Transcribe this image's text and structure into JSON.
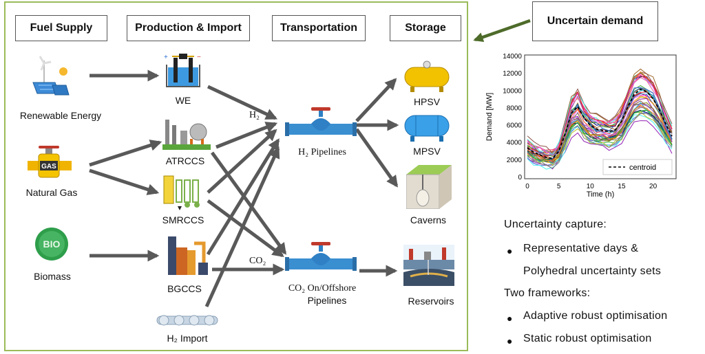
{
  "headers": {
    "fuel_supply": "Fuel Supply",
    "production_import": "Production & Import",
    "transportation": "Transportation",
    "storage": "Storage"
  },
  "uncertain_demand": "Uncertain demand",
  "fuel": {
    "renewable": "Renewable Energy",
    "natural_gas": "Natural Gas",
    "biomass": "Biomass",
    "gas_tag": "GAS",
    "bio_tag": "BIO"
  },
  "production": {
    "we": "WE",
    "atrccs": "ATRCCS",
    "smrccs": "SMRCCS",
    "bgccs": "BGCCS",
    "h2_import": "H₂ Import"
  },
  "transport": {
    "h2_tag": "H₂",
    "co2_tag": "CO₂",
    "h2_pipelines": "H₂  Pipelines",
    "co2_pipelines_line1": "CO₂ On/Offshore",
    "co2_pipelines_line2": "Pipelines"
  },
  "storage": {
    "hpsv": "HPSV",
    "mpsv": "MPSV",
    "caverns": "Caverns",
    "reservoirs": "Reservoirs"
  },
  "notes": {
    "capture_title": "Uncertainty capture:",
    "capture_item1": "Representative days &",
    "capture_item2": "Polyhedral uncertainty sets",
    "frameworks_title": "Two frameworks:",
    "framework1": "Adaptive robust optimisation",
    "framework2": "Static robust optimisation"
  },
  "chart_data": {
    "type": "line",
    "xlabel": "Time (h)",
    "ylabel": "Demand [MW]",
    "xlim": [
      0,
      23
    ],
    "ylim": [
      0,
      14000
    ],
    "xticks": [
      0,
      5,
      10,
      15,
      20
    ],
    "yticks": [
      0,
      2000,
      4000,
      6000,
      8000,
      10000,
      12000,
      14000
    ],
    "legend": "centroid",
    "legend_position": "lower-right",
    "centroid": [
      3400,
      2900,
      2600,
      2300,
      2200,
      3000,
      5000,
      7400,
      8200,
      6900,
      6000,
      5600,
      5400,
      5300,
      5500,
      6500,
      8200,
      9600,
      10200,
      9900,
      9100,
      7800,
      6200,
      4800
    ],
    "series_count": 40
  },
  "colors": {
    "frame_border": "#9bbb59",
    "arrow": "#595959",
    "pipe_blue": "#3a8fd1",
    "valve_red": "#c0392b",
    "tank_yellow": "#f2c200"
  }
}
